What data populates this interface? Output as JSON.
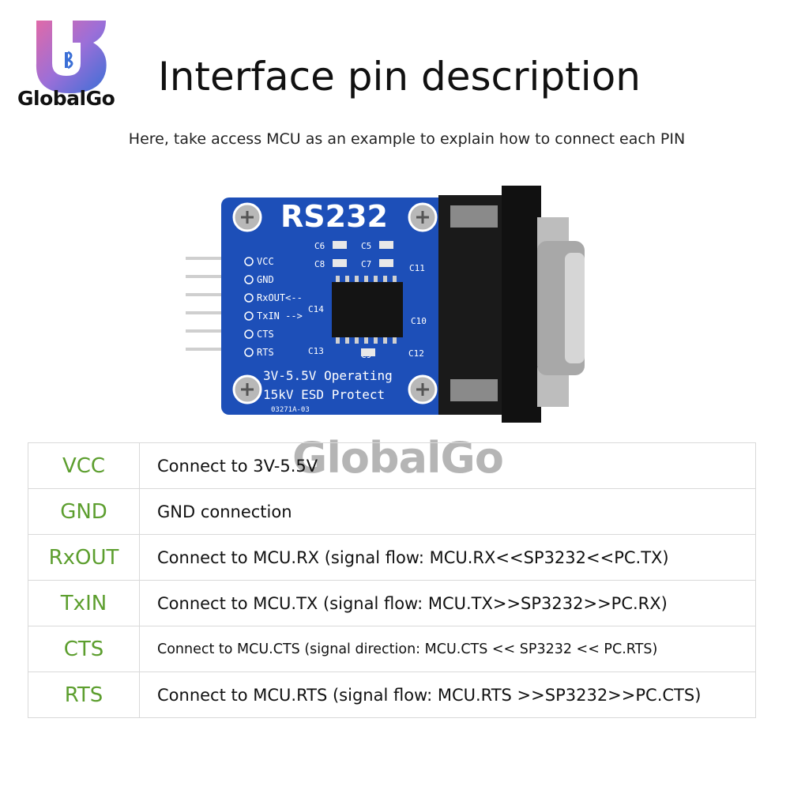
{
  "brand": {
    "name": "GlobalGo",
    "watermark": "GlobalGo",
    "colors": {
      "logo_blue": "#3b6fd6",
      "logo_pink": "#e06aa8",
      "pin_green": "#5c9e2e",
      "board_blue": "#1d4fb8"
    }
  },
  "header": {
    "title": "Interface pin description",
    "subtitle": "Here, take access MCU as an example to explain how to connect each PIN"
  },
  "board": {
    "name": "RS232",
    "pins": [
      "VCC",
      "GND",
      "RxOUT<--",
      "TxIN -->",
      "CTS",
      "RTS"
    ],
    "caps": [
      "C6",
      "C5",
      "C8",
      "C7",
      "C11",
      "C14",
      "C10",
      "C13",
      "C9",
      "C12"
    ],
    "line1": "3V-5.5V Operating",
    "line2": "15kV ESD Protect",
    "code": "03271A-03"
  },
  "pin_table": [
    {
      "pin": "VCC",
      "desc": "Connect to 3V-5.5V"
    },
    {
      "pin": "GND",
      "desc": "GND connection"
    },
    {
      "pin": "RxOUT",
      "desc": "Connect to MCU.RX (signal flow: MCU.RX<<SP3232<<PC.TX)"
    },
    {
      "pin": "TxIN",
      "desc": "Connect to MCU.TX (signal flow: MCU.TX>>SP3232>>PC.RX)"
    },
    {
      "pin": "CTS",
      "desc": "Connect to MCU.CTS (signal direction: MCU.CTS << SP3232 << PC.RTS)"
    },
    {
      "pin": "RTS",
      "desc": "Connect to MCU.RTS (signal flow: MCU.RTS >>SP3232>>PC.CTS)"
    }
  ]
}
